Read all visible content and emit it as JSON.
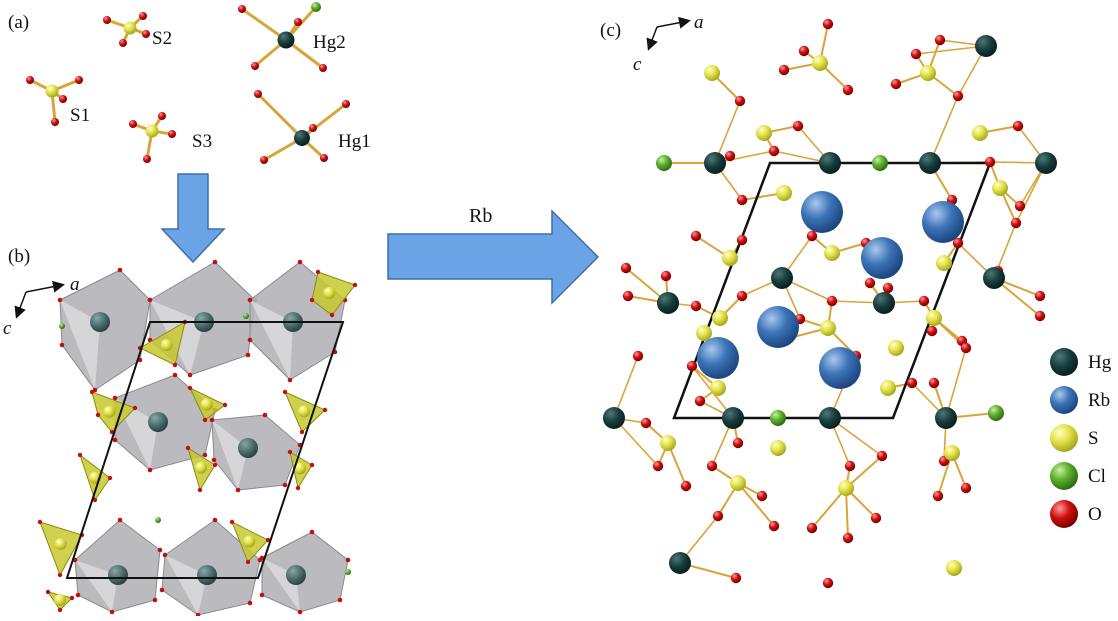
{
  "panels": {
    "a": {
      "label": "(a)",
      "fragments": [
        "S2",
        "Hg2",
        "S1",
        "S3",
        "Hg1"
      ]
    },
    "b": {
      "label": "(b)",
      "axis_a": "a",
      "axis_c": "c"
    },
    "c": {
      "label": "(c)",
      "axis_a": "a",
      "axis_c": "c"
    }
  },
  "arrow_label": "Rb",
  "legend": [
    {
      "label": "Hg",
      "color": "#163c3c"
    },
    {
      "label": "Rb",
      "color": "#3d74b8"
    },
    {
      "label": "S",
      "color": "#e2e24a"
    },
    {
      "label": "Cl",
      "color": "#5cae2c"
    },
    {
      "label": "O",
      "color": "#d01010"
    }
  ],
  "colors": {
    "arrow": "#6aa4e6",
    "arrow_stroke": "#3f6fa8",
    "bond": "#d9a43a",
    "octahedron": "#b4b4b8",
    "tetrahedron": "#c8c830",
    "cell": "#111111"
  }
}
